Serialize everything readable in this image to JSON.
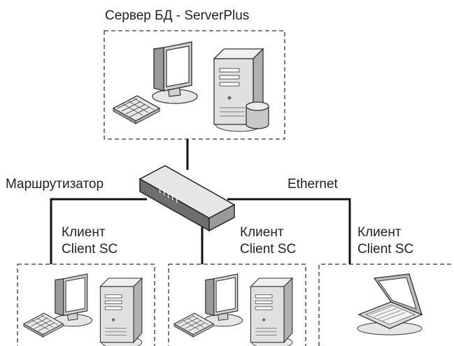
{
  "diagram": {
    "server": {
      "title": "Сервер БД - ServerPlus"
    },
    "router": {
      "label": "Маршрутизатор"
    },
    "network": {
      "label": "Ethernet"
    },
    "clients": [
      {
        "line1": "Клиент",
        "line2": "Client SC",
        "device": "desktop-pc"
      },
      {
        "line1": "Клиент",
        "line2": "Client SC",
        "device": "desktop-pc"
      },
      {
        "line1": "Клиент",
        "line2": "Client SC",
        "device": "laptop"
      }
    ]
  }
}
